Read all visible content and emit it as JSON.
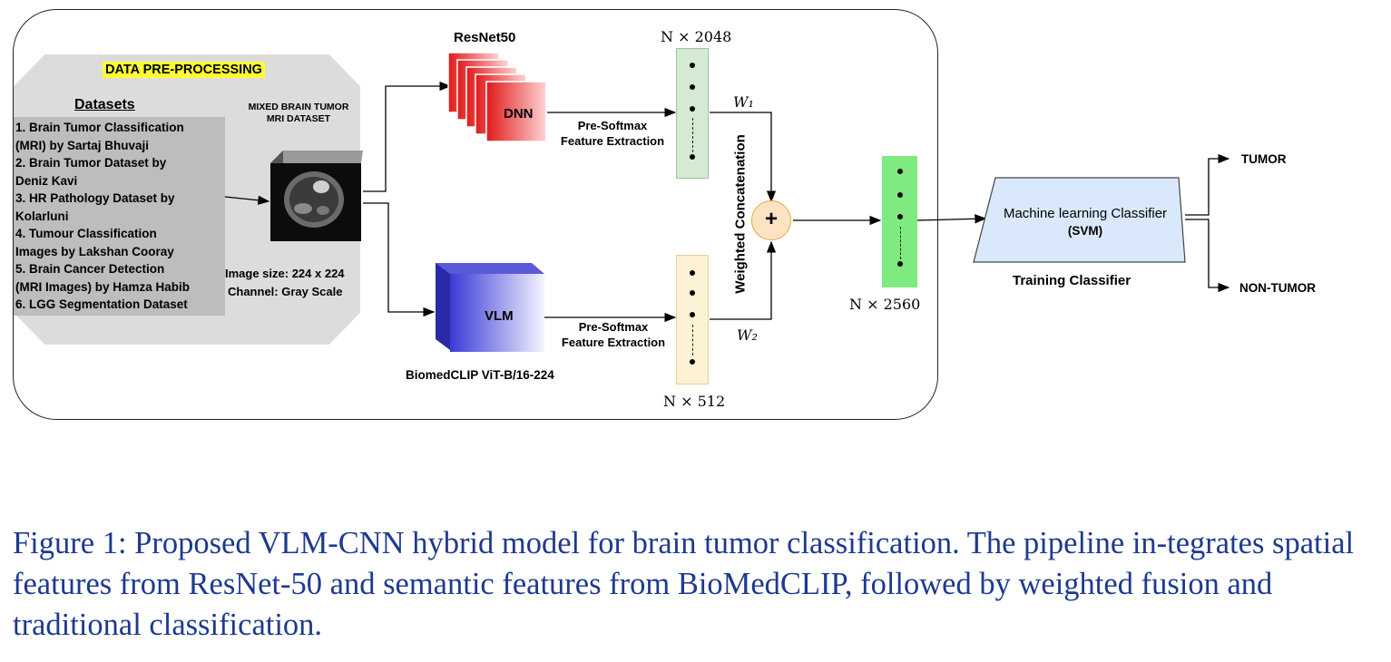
{
  "preprocessing": {
    "title": "DATA PRE-PROCESSING",
    "datasets_heading": "Datasets",
    "datasets": [
      "1. Brain Tumor Classification\n(MRI) by Sartaj Bhuvaji",
      "2. Brain Tumor Dataset by\nDeniz Kavi",
      "3. HR Pathology Dataset by\nKolarluni",
      "4. Tumour Classification\nImages by Lakshan Cooray",
      "5. Brain Cancer Detection\n(MRI Images) by Hamza Habib",
      "6. LGG Segmentation Dataset"
    ],
    "mixed_dataset_label": "MIXED BRAIN TUMOR\nMRI DATASET",
    "image_size": "Image size: 224 x 224",
    "channel": "Channel: Gray Scale"
  },
  "resnet_branch": {
    "model_name": "ResNet50",
    "block_label": "DNN",
    "feature_extraction_1": "Pre-Softmax",
    "feature_extraction_2": "Feature Extraction",
    "vector_dim": "N × 2048",
    "weight": "W₁"
  },
  "vlm_branch": {
    "block_label": "VLM",
    "model_name": "BiomedCLIP ViT-B/16-224",
    "feature_extraction_1": "Pre-Softmax",
    "feature_extraction_2": "Feature Extraction",
    "vector_dim": "N × 512",
    "weight": "W₂"
  },
  "fusion": {
    "concat_label": "Weighted Concatenation",
    "operator": "+",
    "fused_dim": "N × 2560"
  },
  "classifier": {
    "label_line1": "Machine learning Classifier",
    "label_line2": "(SVM)",
    "caption": "Training Classifier",
    "output_1": "TUMOR",
    "output_2": "NON-TUMOR"
  },
  "figure_caption": "Figure 1: Proposed VLM-CNN hybrid model for brain tumor classification. The pipeline in-tegrates spatial features from ResNet-50 and semantic features from BioMedCLIP, followed by weighted fusion and traditional classification.",
  "colors": {
    "resnet_vector": "#d5ead3",
    "vlm_vector": "#fdf2d3",
    "fused_vector": "#7fea7f",
    "fusion_node": "#fde3c2",
    "fusion_border": "#e8a53a",
    "classifier_fill": "#d9e9fb",
    "caption_text": "#1e3a8f",
    "prep_highlight": "#ffff33"
  }
}
